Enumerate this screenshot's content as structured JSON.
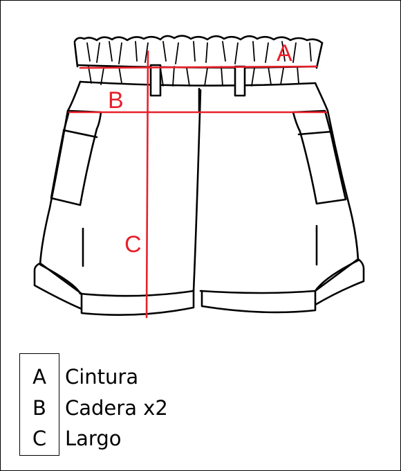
{
  "colors": {
    "outline": "#000000",
    "measure": "#e8202a"
  },
  "measurements": [
    {
      "letter": "A",
      "label": "Cintura"
    },
    {
      "letter": "B",
      "label": "Cadera x2"
    },
    {
      "letter": "C",
      "label": "Largo"
    }
  ]
}
